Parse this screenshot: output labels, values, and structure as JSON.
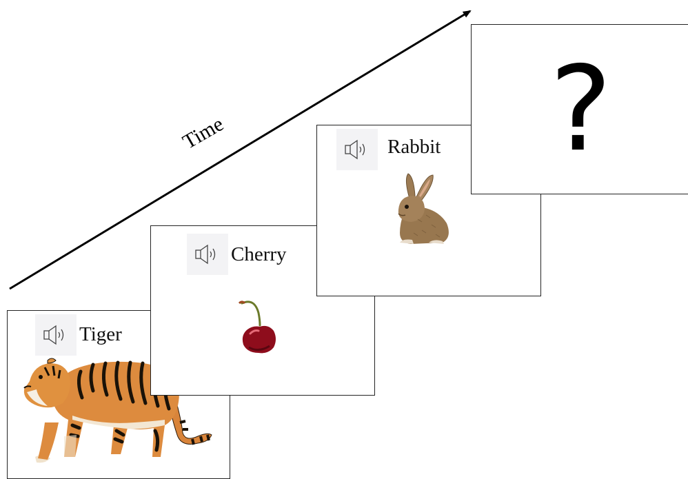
{
  "timeline": {
    "label": "Time"
  },
  "slides": [
    {
      "word": "Tiger",
      "icon": "speaker-icon",
      "image": "tiger"
    },
    {
      "word": "Cherry",
      "icon": "speaker-icon",
      "image": "cherry"
    },
    {
      "word": "Rabbit",
      "icon": "speaker-icon",
      "image": "rabbit"
    },
    {
      "word": "?"
    }
  ]
}
